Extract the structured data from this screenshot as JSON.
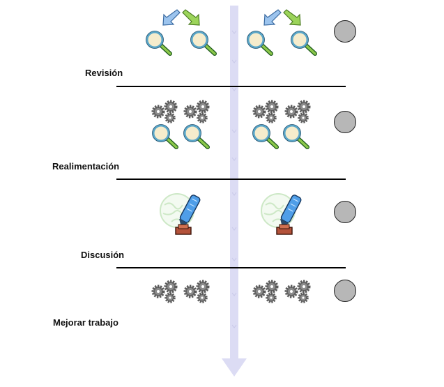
{
  "stages": [
    {
      "label": "Revisión",
      "icons": "magnifier-icon"
    },
    {
      "label": "Realimentación",
      "icons": "gear-icon, magnifier-icon"
    },
    {
      "label": "Discusión",
      "icons": "globe-pen-icon"
    },
    {
      "label": "Mejorar trabajo",
      "icons": "gear-icon"
    }
  ],
  "colors": {
    "arrow": "#dcdcf4",
    "arrow_chevrons": "#c8c8e8",
    "status_circle": "#b7b7b7",
    "lens_fill": "#f6eccc",
    "lens_ring": "#5aa6c8",
    "handle": "#8cc84a",
    "gear": "#8c8c8c",
    "globe": "#cde8c6",
    "pen": "#4f9ee8",
    "pen_base": "#b4523a",
    "arrow_blue": "#9cc4ee",
    "arrow_green": "#9cd45a"
  }
}
